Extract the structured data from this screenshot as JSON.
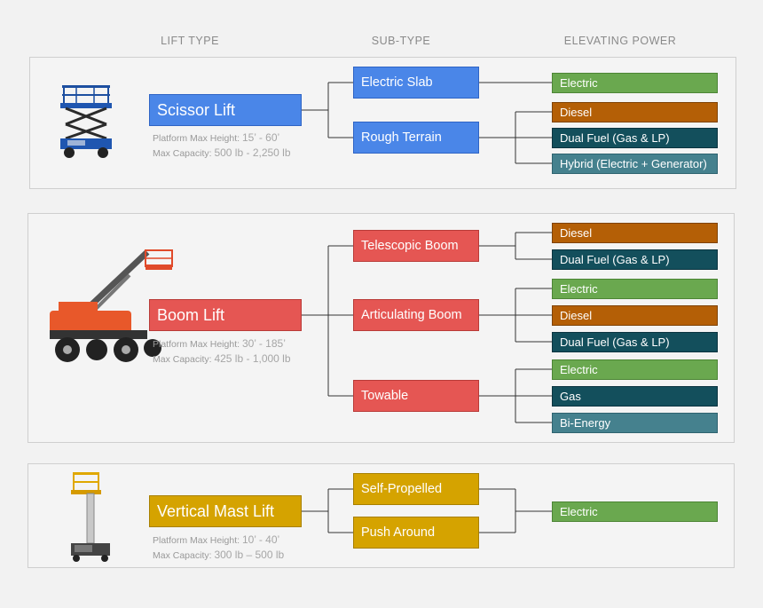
{
  "columns": {
    "lift_type": "LIFT TYPE",
    "sub_type": "SUB-TYPE",
    "elevating_power": "ELEVATING POWER"
  },
  "scissor": {
    "title": "Scissor Lift",
    "height_label": "Platform Max Height: ",
    "height_value": "15’ -  60’",
    "capacity_label": "Max Capacity: ",
    "capacity_value": "500 lb - 2,250 lb",
    "subtypes": [
      "Electric Slab",
      "Rough Terrain"
    ],
    "powers": [
      "Electric",
      "Diesel",
      "Dual Fuel (Gas & LP)",
      "Hybrid (Electric + Generator)"
    ]
  },
  "boom": {
    "title": "Boom Lift",
    "height_label": "Platform Max Height: ",
    "height_value": "30’ - 185’",
    "capacity_label": "Max Capacity: ",
    "capacity_value": "425 lb - 1,000 lb",
    "subtypes": [
      "Telescopic Boom",
      "Articulating Boom",
      "Towable"
    ],
    "powers": [
      "Diesel",
      "Dual Fuel (Gas & LP)",
      "Electric",
      "Diesel",
      "Dual Fuel (Gas & LP)",
      "Electric",
      "Gas",
      "Bi-Energy"
    ]
  },
  "vertical": {
    "title": "Vertical Mast Lift",
    "height_label": "Platform Max Height: ",
    "height_value": "10’ - 40’",
    "capacity_label": "Max Capacity: ",
    "capacity_value": "300 lb – 500 lb",
    "subtypes": [
      "Self-Propelled",
      "Push Around"
    ],
    "powers": [
      "Electric"
    ]
  },
  "colors": {
    "scissor": "#4a86e8",
    "boom": "#e55653",
    "vertical": "#d5a300",
    "electric": "#6aa84f",
    "diesel": "#b45f06",
    "dual_fuel": "#134f5c",
    "hybrid": "#45818e"
  }
}
